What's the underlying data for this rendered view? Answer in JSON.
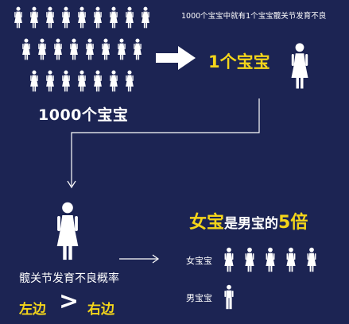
{
  "colors": {
    "background": "#1c2453",
    "figure": "#ffffff",
    "highlight": "#f4d51a",
    "arrow": "#ffffff"
  },
  "icons": {
    "baby": "person-dress-icon",
    "girl": "person-dress-icon",
    "boy": "person-pants-icon"
  },
  "top": {
    "caption": "1000个宝宝中就有1个宝宝髋关节发育不良",
    "grid_label": "1000个宝宝",
    "one_label": "1个宝宝"
  },
  "bottom": {
    "risk_label": "髋关节发育不良概率",
    "left_word": "左边",
    "gt_symbol": ">",
    "right_word": "右边",
    "title_part1": "女宝",
    "title_part2": "是男宝的",
    "title_part3": "5倍",
    "girls_label": "女宝宝",
    "girls_count": 5,
    "boys_label": "男宝宝",
    "boys_count": 1
  }
}
